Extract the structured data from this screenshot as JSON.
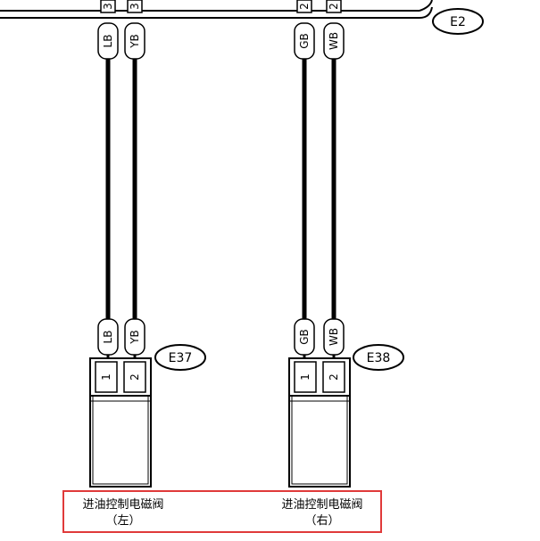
{
  "top_connector": {
    "id": "E2",
    "pins": [
      "3",
      "3",
      "2",
      "2"
    ]
  },
  "wires": [
    "LB",
    "YB",
    "GB",
    "WB"
  ],
  "components": [
    {
      "connector_id": "E37",
      "pins": [
        "1",
        "2"
      ],
      "wires": [
        "LB",
        "YB"
      ],
      "name": "进油控制电磁阀",
      "side": "（左）"
    },
    {
      "connector_id": "E38",
      "pins": [
        "1",
        "2"
      ],
      "wires": [
        "GB",
        "WB"
      ],
      "name": "进油控制电磁阀",
      "side": "（右）"
    }
  ],
  "colors": {
    "line": "#000000",
    "highlight_border": "#e03a3a"
  }
}
